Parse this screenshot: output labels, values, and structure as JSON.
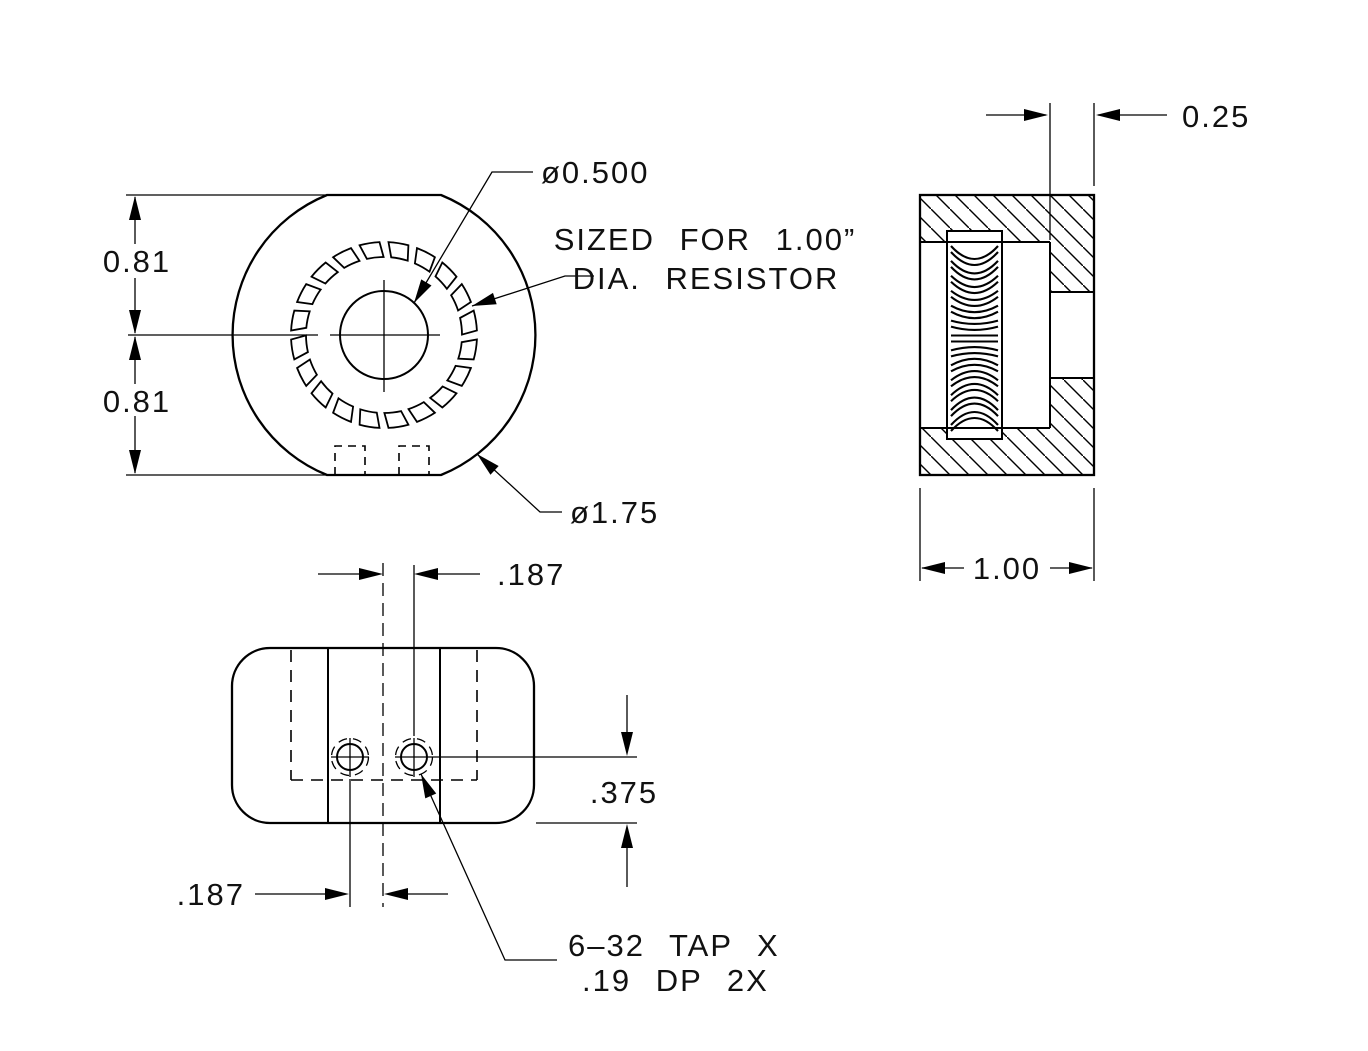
{
  "drawing": {
    "front_view": {
      "dim_upper_radius": "0.81",
      "dim_lower_radius": "0.81",
      "bore_diameter": "ø0.500",
      "note_line1": "SIZED FOR 1.00”",
      "note_line2": "DIA. RESISTOR",
      "outer_diameter": "ø1.75"
    },
    "side_view": {
      "recess_depth": "0.25",
      "width": "1.00"
    },
    "bottom_view": {
      "hole_offset_upper": ".187",
      "hole_offset_lower": ".187",
      "hole_to_edge": ".375",
      "tap_note_line1": "6–32 TAP X",
      "tap_note_line2": ".19 DP 2X"
    }
  },
  "colors": {
    "ink": "#000000",
    "paper": "#ffffff"
  }
}
